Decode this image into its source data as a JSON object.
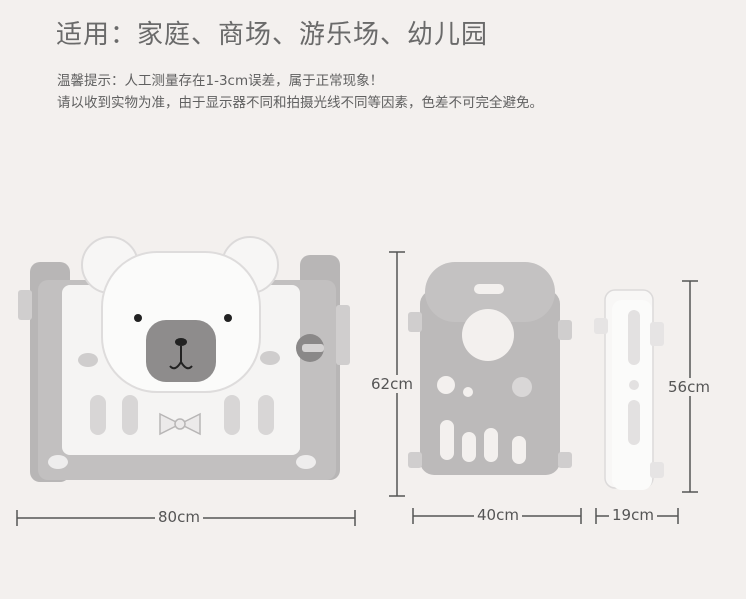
{
  "title": "适用：家庭、商场、游乐场、幼儿园",
  "notes": [
    "温馨提示：人工测量存在1-3cm误差，属于正常现象！",
    "请以收到实物为准，由于显示器不同和拍摄光线不同等因素，色差不可完全避免。"
  ],
  "dimensions": {
    "panel_width": "80cm",
    "panel_height": "62cm",
    "door_width": "40cm",
    "connector_width": "19cm",
    "connector_height": "56cm"
  }
}
